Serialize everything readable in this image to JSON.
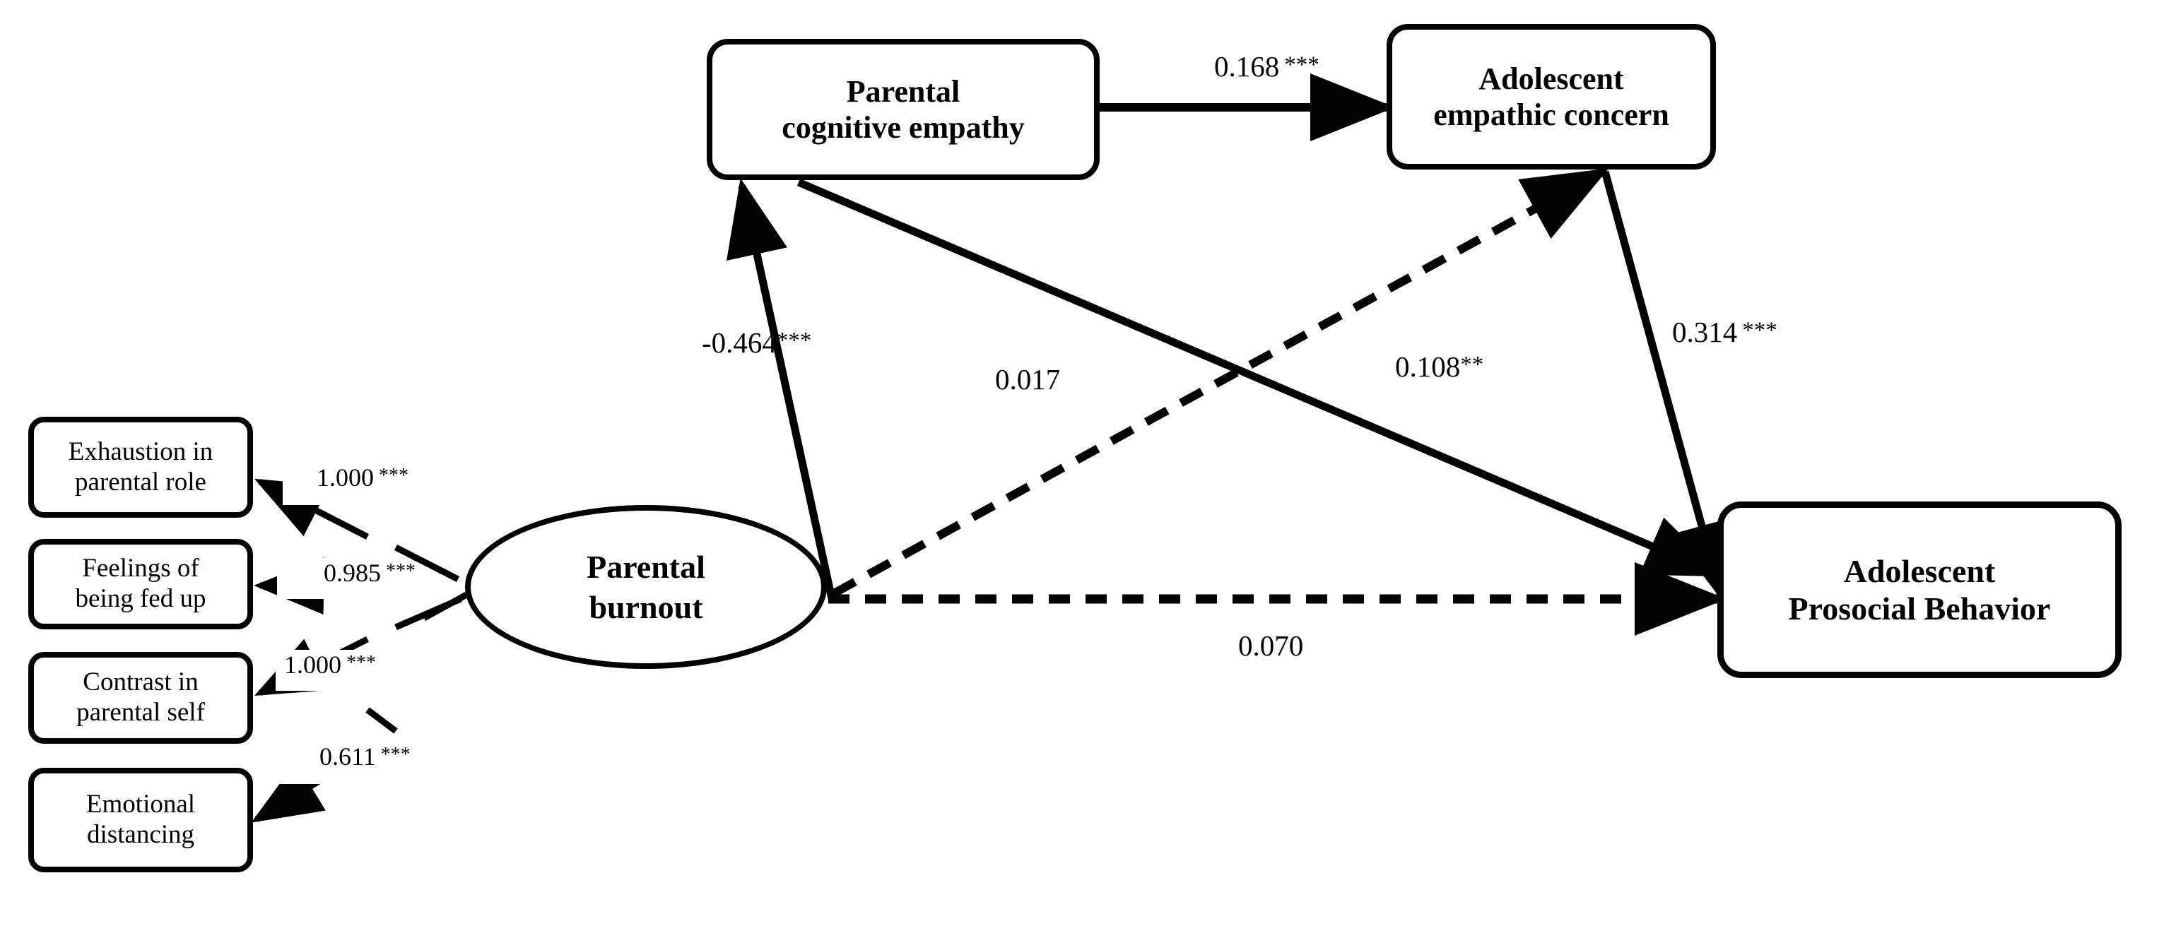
{
  "figure": {
    "type": "sem-path-diagram",
    "title": "",
    "background_color": "#ffffff",
    "line_color": "#000000"
  },
  "nodes": {
    "indicators": [
      {
        "id": "exhaustion",
        "label": "Exhaustion in\nparental role"
      },
      {
        "id": "fed-up",
        "label": "Feelings of\nbeing fed up"
      },
      {
        "id": "contrast",
        "label": "Contrast in\nparental self"
      },
      {
        "id": "distancing",
        "label": "Emotional\ndistancing"
      }
    ],
    "latent": {
      "id": "parental-burnout",
      "label": "Parental\nburnout"
    },
    "constructs": [
      {
        "id": "parental-cognitive-empathy",
        "label": "Parental\ncognitive empathy"
      },
      {
        "id": "adolescent-empathic-concern",
        "label": "Adolescent\nempathic concern"
      }
    ],
    "outcome": {
      "id": "adolescent-prosocial-behavior",
      "label": "Adolescent\nProsocial Behavior"
    }
  },
  "chart_data": {
    "type": "diagram",
    "measurement_paths": [
      {
        "from": "parental-burnout",
        "to": "exhaustion",
        "estimate": "1.000",
        "stars": "***",
        "style": "solid"
      },
      {
        "from": "parental-burnout",
        "to": "fed-up",
        "estimate": "0.985",
        "stars": "***",
        "style": "solid"
      },
      {
        "from": "parental-burnout",
        "to": "contrast",
        "estimate": "1.000",
        "stars": "***",
        "style": "solid"
      },
      {
        "from": "parental-burnout",
        "to": "distancing",
        "estimate": "0.611",
        "stars": "***",
        "style": "solid"
      }
    ],
    "structural_paths": [
      {
        "from": "parental-burnout",
        "to": "parental-cognitive-empathy",
        "estimate": "-0.464",
        "stars": "***",
        "style": "solid"
      },
      {
        "from": "parental-cognitive-empathy",
        "to": "adolescent-empathic-concern",
        "estimate": "0.168",
        "stars": "***",
        "style": "solid"
      },
      {
        "from": "parental-cognitive-empathy",
        "to": "adolescent-prosocial-behavior",
        "estimate": "0.017",
        "stars": "",
        "style": "solid"
      },
      {
        "from": "parental-burnout",
        "to": "adolescent-empathic-concern",
        "estimate": "0.108",
        "stars": "**",
        "style": "dashed"
      },
      {
        "from": "adolescent-empathic-concern",
        "to": "adolescent-prosocial-behavior",
        "estimate": "0.314",
        "stars": "***",
        "style": "solid"
      },
      {
        "from": "parental-burnout",
        "to": "adolescent-prosocial-behavior",
        "estimate": "0.070",
        "stars": "",
        "style": "dashed"
      }
    ]
  },
  "labels": {
    "loading_exhaustion": {
      "val": "1.000",
      "stars": "***"
    },
    "loading_fedup": {
      "val": "0.985",
      "stars": "***"
    },
    "loading_contrast": {
      "val": "1.000",
      "stars": "***"
    },
    "loading_distancing": {
      "val": "0.611",
      "stars": "***"
    },
    "burnout_to_cognitive_empathy": {
      "val": "-0.464",
      "stars": "***"
    },
    "cognitive_empathy_to_empathic_concern": {
      "val": "0.168",
      "stars": "***"
    },
    "cognitive_empathy_to_prosocial": {
      "val": "0.017",
      "stars": ""
    },
    "burnout_to_empathic_concern": {
      "val": "0.108",
      "stars": "**"
    },
    "empathic_concern_to_prosocial": {
      "val": "0.314",
      "stars": "***"
    },
    "burnout_to_prosocial": {
      "val": "0.070",
      "stars": ""
    }
  }
}
